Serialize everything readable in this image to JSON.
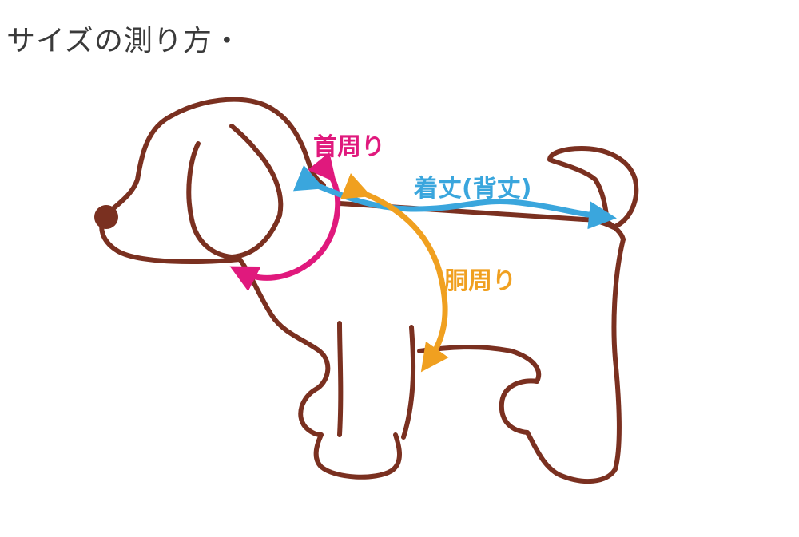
{
  "title": "サイズの測り方・",
  "labels": {
    "neck": "首周り",
    "length": "着丈(背丈)",
    "chest": "胴周り"
  },
  "colors": {
    "outline": "#7a3020",
    "nose": "#7a3020",
    "neck": "#e0197d",
    "length": "#3aa6dd",
    "chest": "#f0a020",
    "title_text": "#3a3a3a"
  }
}
